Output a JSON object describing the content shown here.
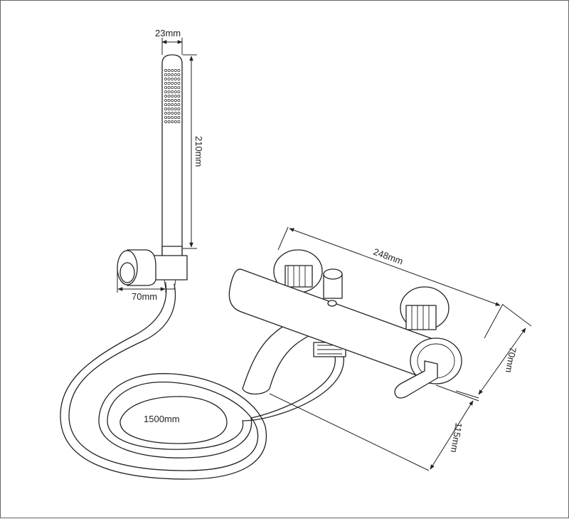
{
  "dimensions": {
    "shower_width": "23mm",
    "shower_length": "210mm",
    "holder_width": "70mm",
    "hose_length": "1500mm",
    "mixer_width": "248mm",
    "mixer_depth": "70mm",
    "spout_length": "115mm"
  }
}
